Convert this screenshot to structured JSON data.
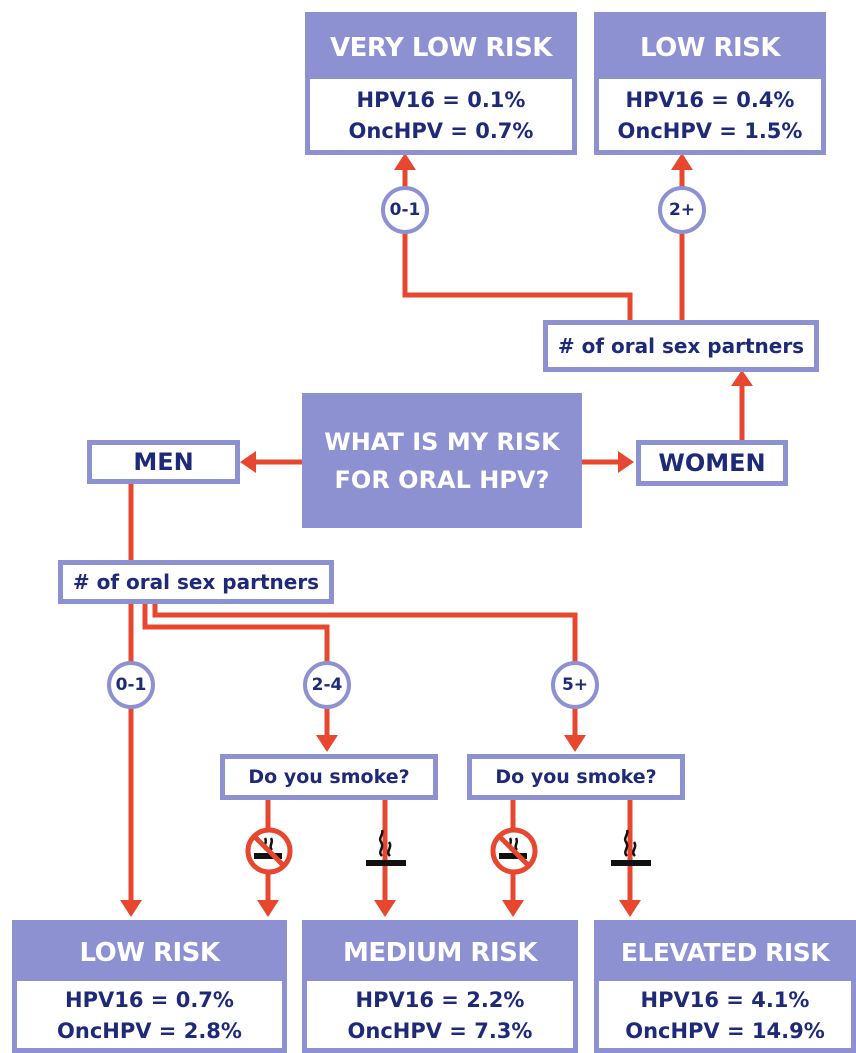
{
  "center": {
    "line1": "WHAT IS MY RISK",
    "line2": "FOR ORAL HPV?"
  },
  "men": {
    "label": "MEN",
    "partners_label": "# of oral sex partners",
    "smoke_question": "Do you smoke?"
  },
  "women": {
    "label": "WOMEN",
    "partners_label": "# of oral sex partners"
  },
  "branches": {
    "women_low": "0-1",
    "women_high": "2+",
    "men_low": "0-1",
    "men_mid": "2-4",
    "men_high": "5+"
  },
  "results": {
    "women_very_low": {
      "title": "VERY LOW RISK",
      "hpv16": "HPV16 = 0.1%",
      "onchpv": "OncHPV = 0.7%"
    },
    "women_low": {
      "title": "LOW RISK",
      "hpv16": "HPV16 = 0.4%",
      "onchpv": "OncHPV = 1.5%"
    },
    "men_low": {
      "title": "LOW RISK",
      "hpv16": "HPV16 = 0.7%",
      "onchpv": "OncHPV = 2.8%"
    },
    "men_medium": {
      "title": "MEDIUM RISK",
      "hpv16": "HPV16 = 2.2%",
      "onchpv": "OncHPV = 7.3%"
    },
    "men_elevated": {
      "title": "ELEVATED RISK",
      "hpv16": "HPV16 = 4.1%",
      "onchpv": "OncHPV = 14.9%"
    }
  },
  "colors": {
    "accent": "#8d91d2",
    "arrow": "#e8472f",
    "text": "#1e2a78"
  },
  "icons": {
    "smoker": "cigarette-icon",
    "non_smoker": "no-smoking-icon"
  }
}
